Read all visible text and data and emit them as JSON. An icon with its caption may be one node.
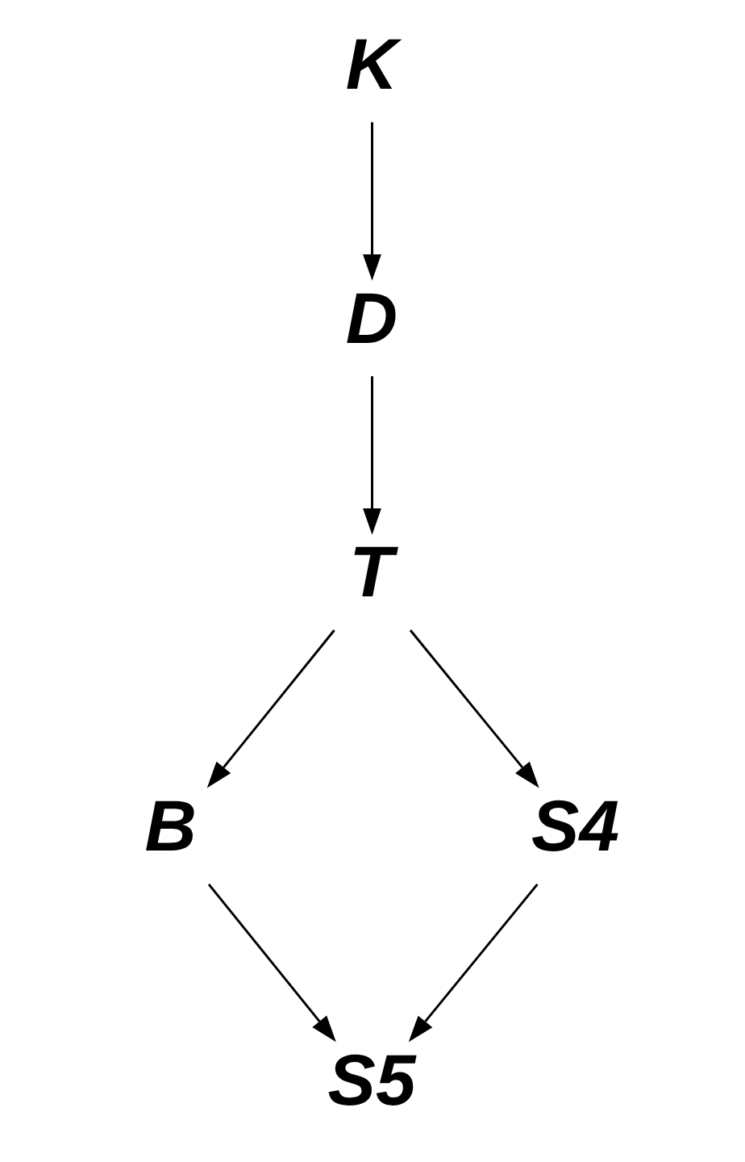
{
  "diagram": {
    "nodes": [
      {
        "text": [
          "K"
        ]
      },
      {
        "text": [
          "D"
        ]
      },
      {
        "text": [
          "T"
        ]
      },
      {
        "text": [
          "B"
        ]
      },
      {
        "text": [
          "S4"
        ]
      },
      {
        "text": [
          "S5"
        ]
      }
    ],
    "edges": [
      {
        "from": 0,
        "to": 1,
        "arrow": "to"
      },
      {
        "from": 1,
        "to": 2,
        "arrow": "to"
      },
      {
        "from": 2,
        "to": 3,
        "arrow": "to"
      },
      {
        "from": 2,
        "to": 4,
        "arrow": "to"
      },
      {
        "from": 3,
        "to": 5,
        "arrow": "to"
      },
      {
        "from": 4,
        "to": 5,
        "arrow": "to"
      }
    ]
  }
}
